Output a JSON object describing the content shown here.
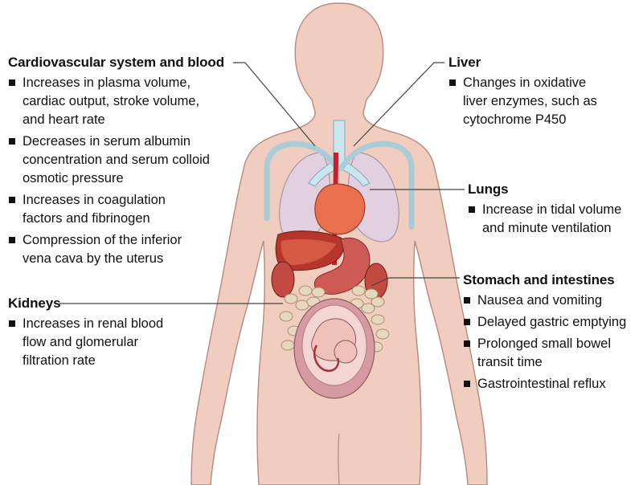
{
  "colors": {
    "skin": "#f1cdbf",
    "skin_outline": "#b58a7f",
    "lung": "#e2d0e0",
    "trachea": "#c9e6ee",
    "artery": "#c8202b",
    "heart": "#e8704e",
    "liver": "#b7352a",
    "stomach": "#cf5a55",
    "intestine": "#e7d7bf",
    "uterus": "#d89aa2",
    "fetus": "#efc1b9",
    "tube": "#a9ccd6",
    "leader_line": "#444444"
  },
  "sections": {
    "cardiovascular": {
      "title": "Cardiovascular system and blood",
      "items": [
        [
          "Increases in plasma volume,",
          "cardiac output, stroke volume,",
          "and heart rate"
        ],
        [
          "Decreases in serum albumin",
          "concentration and serum colloid",
          "osmotic pressure"
        ],
        [
          "Increases in coagulation",
          "factors and fibrinogen"
        ],
        [
          "Compression of the inferior",
          "vena cava by the  uterus"
        ]
      ]
    },
    "kidneys": {
      "title": "Kidneys",
      "items": [
        [
          "Increases in renal blood",
          "flow and glomerular",
          "filtration rate"
        ]
      ]
    },
    "liver": {
      "title": "Liver",
      "items": [
        [
          "Changes in oxidative",
          "liver enzymes, such as",
          "cytochrome P450"
        ]
      ]
    },
    "lungs": {
      "title": "Lungs",
      "items": [
        [
          "Increase in tidal volume",
          "and minute ventilation"
        ]
      ]
    },
    "stomach": {
      "title": "Stomach and intestines",
      "items": [
        [
          "Nausea and vomiting"
        ],
        [
          "Delayed gastric emptying"
        ],
        [
          "Prolonged small bowel",
          "transit time"
        ],
        [
          "Gastrointestinal reflux"
        ]
      ]
    }
  }
}
